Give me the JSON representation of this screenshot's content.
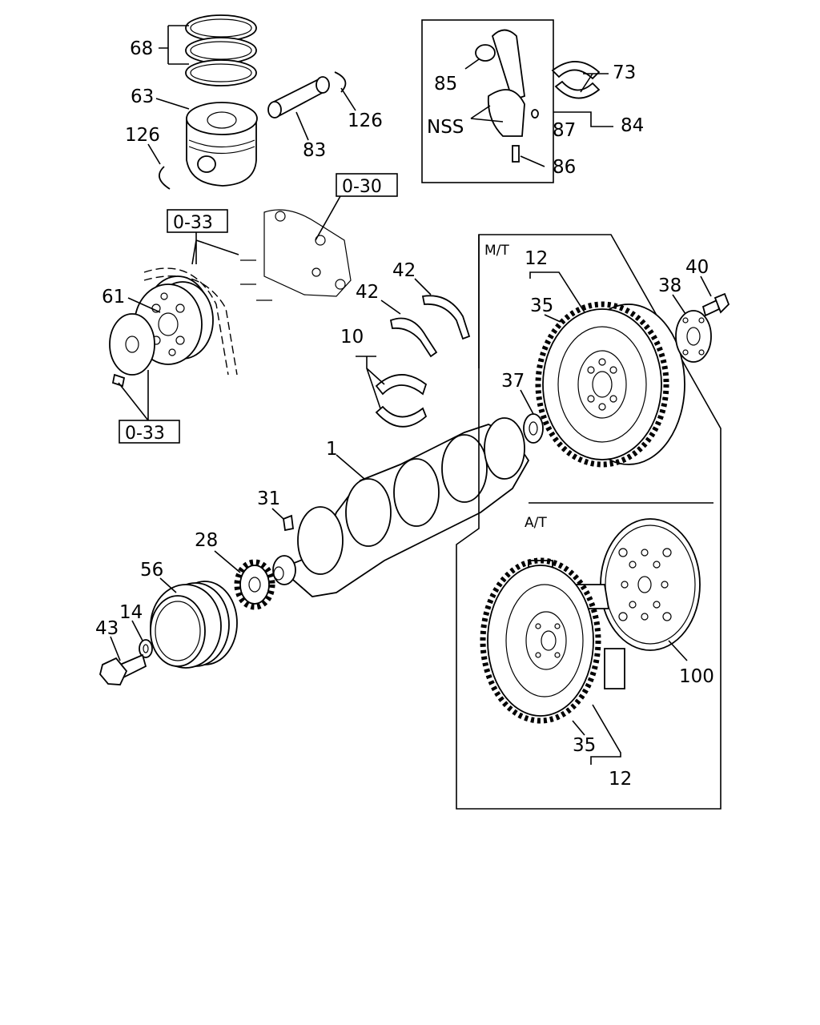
{
  "diagram": {
    "callouts": {
      "c68": "68",
      "c63": "63",
      "c126a": "126",
      "c126b": "126",
      "c83": "83",
      "c85": "85",
      "c73": "73",
      "cNSS": "NSS",
      "c87": "87",
      "c84": "84",
      "c86": "86",
      "c42a": "42",
      "c42b": "42",
      "c10": "10",
      "c61": "61",
      "c12a": "12",
      "c35a": "35",
      "c38": "38",
      "c40": "40",
      "c37": "37",
      "c1": "1",
      "c31": "31",
      "c28": "28",
      "c56": "56",
      "c14": "14",
      "c43": "43",
      "c100": "100",
      "c35b": "35",
      "c12b": "12"
    },
    "refs": {
      "r030": "0-30",
      "r033a": "0-33",
      "r033b": "0-33"
    },
    "sections": {
      "mt": "M/T",
      "at": "A/T"
    }
  }
}
